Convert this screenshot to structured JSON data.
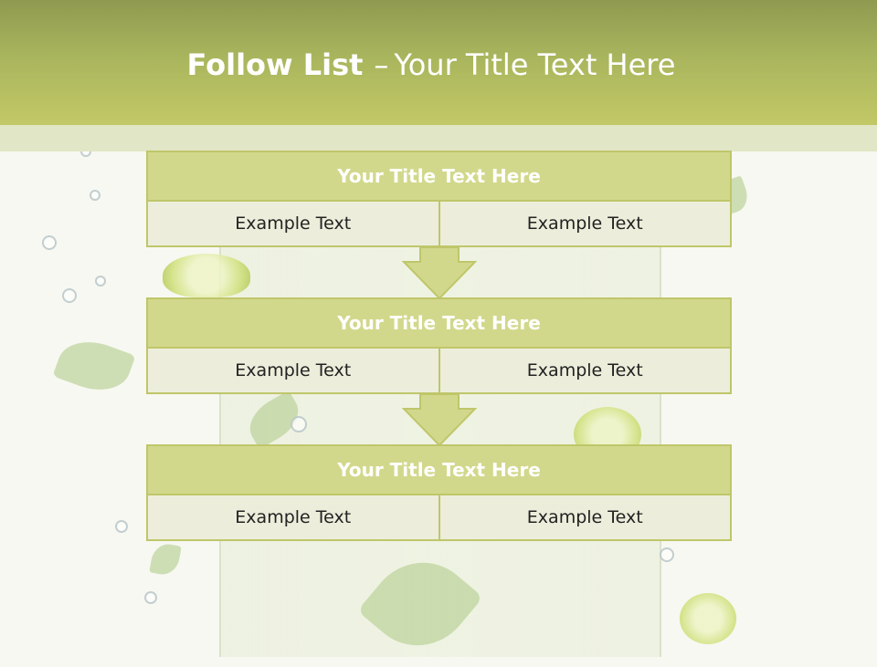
{
  "slide": {
    "title_bold": "Follow List",
    "title_separator": "–",
    "title_rest": "Your Title Text Here"
  },
  "steps": [
    {
      "title": "Your Title Text Here",
      "left": "Example Text",
      "right": "Example Text"
    },
    {
      "title": "Your Title Text Here",
      "left": "Example Text",
      "right": "Example Text"
    },
    {
      "title": "Your Title Text Here",
      "left": "Example Text",
      "right": "Example Text"
    }
  ],
  "colors": {
    "header_dark": "#8f9a50",
    "header_light": "#c2c866",
    "block_title_bg": "#d2d88b",
    "block_cell_bg": "#eceedb",
    "block_border": "#bfc66a"
  }
}
